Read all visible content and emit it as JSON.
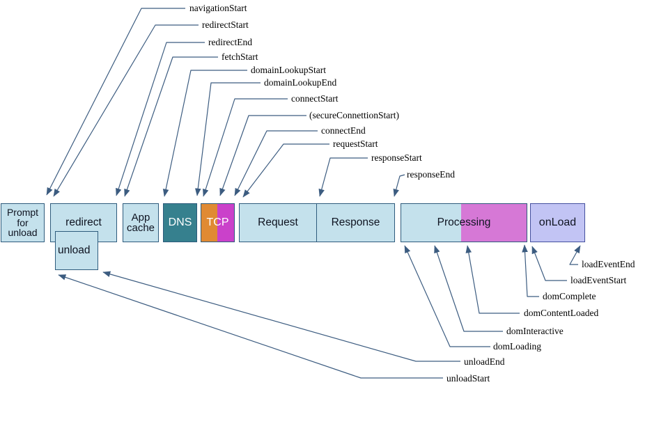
{
  "diagram": {
    "name": "navigation-timing-process-diagram",
    "colors": {
      "box_fill": "#c4e1ec",
      "box_border": "#2e5b7c",
      "dns_fill": "#36808e",
      "tcp_orange": "#e08a33",
      "tcp_magenta": "#ca41ca",
      "processing_orchid": "#d678d6",
      "onload_fill": "#c2c4f4",
      "onload_border": "#44509e",
      "line_color": "#3c5c80",
      "label_text": "#000000",
      "box_text": "#0e1320",
      "box_text_light": "#ffffff"
    },
    "boxes": {
      "prompt": {
        "lines": [
          "Prompt",
          "for",
          "unload"
        ]
      },
      "redirect": {
        "label": "redirect"
      },
      "unload": {
        "label": "unload"
      },
      "app_cache": {
        "lines": [
          "App",
          "cache"
        ]
      },
      "dns": {
        "label": "DNS"
      },
      "tcp": {
        "label": "TCP"
      },
      "request": {
        "label": "Request"
      },
      "response": {
        "label": "Response"
      },
      "processing": {
        "label": "Processing"
      },
      "onload": {
        "label": "onLoad"
      }
    },
    "top_events": [
      {
        "label": "navigationStart"
      },
      {
        "label": "redirectStart"
      },
      {
        "label": "redirectEnd"
      },
      {
        "label": "fetchStart"
      },
      {
        "label": "domainLookupStart"
      },
      {
        "label": "domainLookupEnd"
      },
      {
        "label": "connectStart"
      },
      {
        "label": "(secureConnettionStart)"
      },
      {
        "label": "connectEnd"
      },
      {
        "label": "requestStart"
      },
      {
        "label": "responseStart"
      },
      {
        "label": "responseEnd"
      }
    ],
    "bottom_events": [
      {
        "label": "loadEventEnd"
      },
      {
        "label": "loadEventStart"
      },
      {
        "label": "domComplete"
      },
      {
        "label": "domContentLoaded"
      },
      {
        "label": "domInteractive"
      },
      {
        "label": "domLoading"
      },
      {
        "label": "unloadEnd"
      },
      {
        "label": "unloadStart"
      }
    ]
  }
}
